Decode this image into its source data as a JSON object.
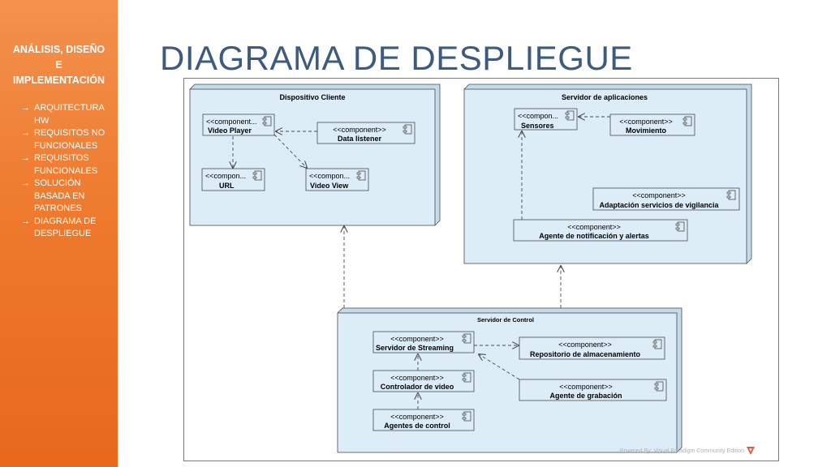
{
  "sidebar": {
    "title": "ANÁLISIS, DISEÑO\nE\nIMPLEMENTACIÓN",
    "items": [
      {
        "label": "ARQUITECTURA\nHW",
        "active": false
      },
      {
        "label": "REQUISITOS NO\nFUNCIONALES",
        "active": false
      },
      {
        "label": "REQUISITOS\nFUNCIONALES",
        "active": false
      },
      {
        "label": "SOLUCIÓN\nBASADA EN\nPATRONES",
        "active": false
      },
      {
        "label": "DIAGRAMA DE\nDESPLIEGUE",
        "active": true
      }
    ],
    "arrow_glyph": "→"
  },
  "title": "DIAGRAMA DE DESPLIEGUE",
  "diagram": {
    "stereotype": "<<component>>",
    "nodes": {
      "cliente": {
        "label": "Dispositivo Cliente"
      },
      "aplicaciones": {
        "label": "Servidor de aplicaciones"
      },
      "control": {
        "label": "Servidor de Control"
      }
    },
    "components": {
      "video_player": {
        "stereo": "<<component...",
        "name": "Video Player"
      },
      "data_listener": {
        "stereo": "<<component>>",
        "name": "Data listener"
      },
      "url": {
        "stereo": "<<compon...",
        "name": "URL"
      },
      "video_view": {
        "stereo": "<<compon...",
        "name": "Video View"
      },
      "sensores": {
        "stereo": "<<compon...",
        "name": "Sensores"
      },
      "movimiento": {
        "stereo": "<<component>>",
        "name": "Movimiento"
      },
      "adaptacion": {
        "stereo": "<<component>>",
        "name": "Adaptación servicios de vigilancia"
      },
      "agente_notificacion": {
        "stereo": "<<component>>",
        "name": "Agente de notificación y alertas"
      },
      "servidor_streaming": {
        "stereo": "<<component>>",
        "name": "Servidor de Streaming"
      },
      "repositorio": {
        "stereo": "<<component>>",
        "name": "Repositorio de almacenamiento"
      },
      "controlador_video": {
        "stereo": "<<component>>",
        "name": "Controlador de video"
      },
      "agente_grabacion": {
        "stereo": "<<component>>",
        "name": "Agente de grabación"
      },
      "agentes_control": {
        "stereo": "<<component>>",
        "name": "Agentes de control"
      }
    },
    "footer": "Powered By: Visual Paradigm Community Edition",
    "colors": {
      "node_fill": "#dcedf8",
      "node_side": "#c2dcee",
      "comp_fill": "#dcedf8",
      "stroke": "#4a4a4a"
    }
  }
}
